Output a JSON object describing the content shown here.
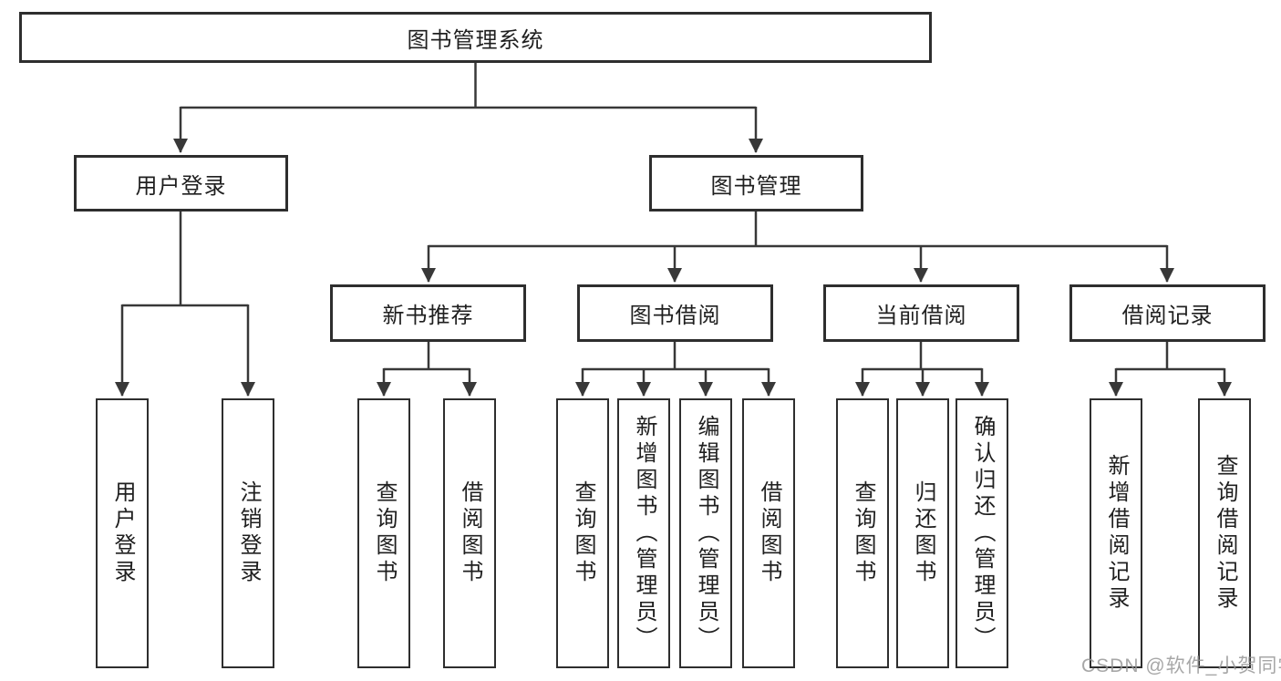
{
  "diagram": {
    "root": "图书管理系统",
    "branches": [
      {
        "label": "用户登录",
        "children": [
          "用户登录",
          "注销登录"
        ]
      },
      {
        "label": "图书管理",
        "children": [
          {
            "label": "新书推荐",
            "children": [
              "查询图书",
              "借阅图书"
            ]
          },
          {
            "label": "图书借阅",
            "children": [
              "查询图书",
              "新增图书（管理员）",
              "编辑图书（管理员）",
              "借阅图书"
            ]
          },
          {
            "label": "当前借阅",
            "children": [
              "查询图书",
              "归还图书",
              "确认归还（管理员）"
            ]
          },
          {
            "label": "借阅记录",
            "children": [
              "新增借阅记录",
              "查询借阅记录"
            ]
          }
        ]
      }
    ],
    "watermark": "CSDN @软件_小贺同学"
  },
  "colors": {
    "line": "#383838",
    "box_border": "#2e2e2e",
    "text": "#1f1f1f",
    "watermark": "#949494",
    "background": "#ffffff"
  }
}
